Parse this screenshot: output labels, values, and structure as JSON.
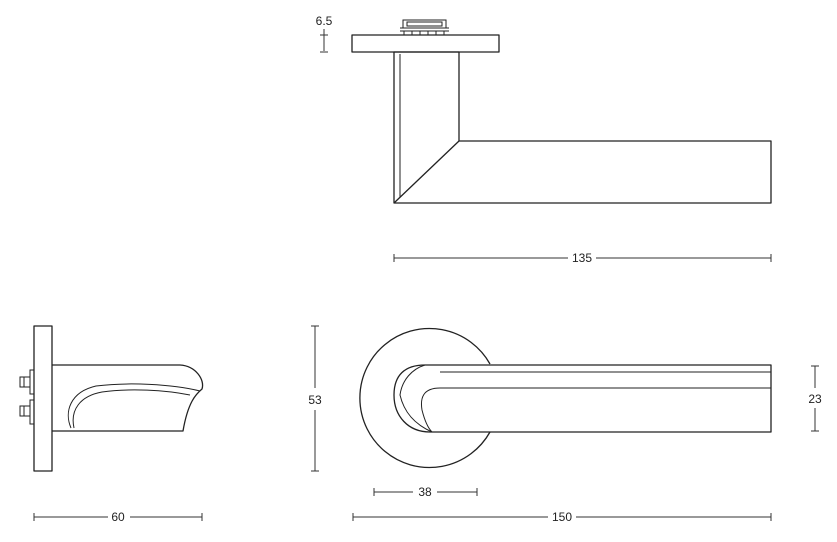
{
  "dimensions": {
    "rose_thickness": "6.5",
    "lever_length_top": "135",
    "side_depth": "60",
    "rose_diameter": "53",
    "rose_inner": "38",
    "overall_length": "150",
    "lever_height": "23"
  }
}
